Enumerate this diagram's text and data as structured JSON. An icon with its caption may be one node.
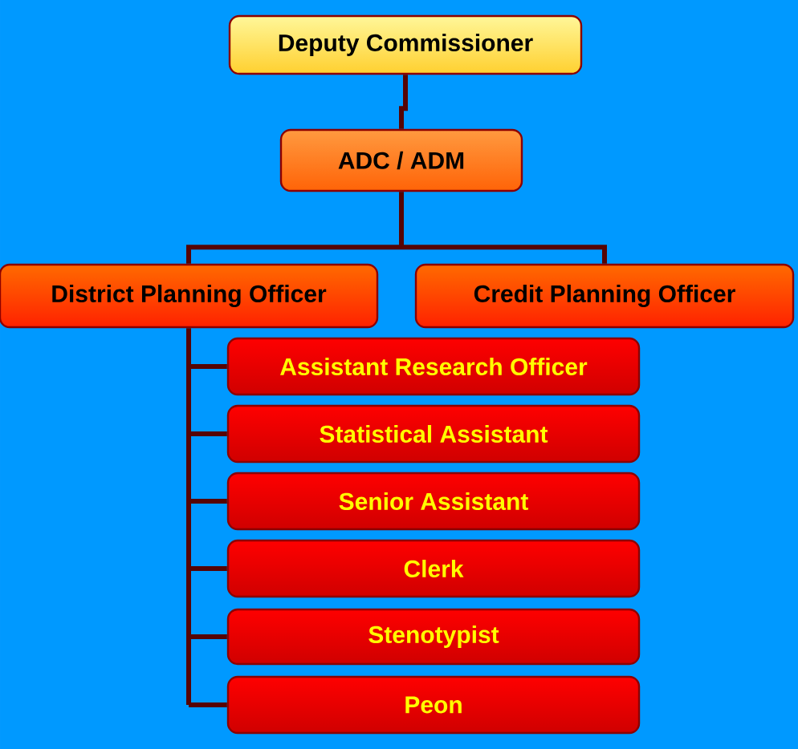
{
  "diagram": {
    "nodes": [
      {
        "text": [
          "Deputy Commissioner"
        ]
      },
      {
        "text": [
          "ADC / ADM"
        ]
      },
      {
        "text": [
          "District Planning Officer"
        ]
      },
      {
        "text": [
          "Credit Planning Officer"
        ]
      },
      {
        "text": [
          "Assistant Research Officer"
        ]
      },
      {
        "text": [
          "Statistical Assistant"
        ]
      },
      {
        "text": [
          "Senior Assistant"
        ]
      },
      {
        "text": [
          "Clerk"
        ]
      },
      {
        "text": [
          "Stenotypist"
        ]
      },
      {
        "text": [
          "Peon"
        ]
      }
    ],
    "edges": [
      {
        "from": 0,
        "to": 1,
        "arrow": "none"
      },
      {
        "from": 1,
        "to": 2,
        "arrow": "none"
      },
      {
        "from": 1,
        "to": 3,
        "arrow": "none"
      },
      {
        "from": 2,
        "to": 4,
        "arrow": "none"
      },
      {
        "from": 2,
        "to": 5,
        "arrow": "none"
      },
      {
        "from": 2,
        "to": 6,
        "arrow": "none"
      },
      {
        "from": 2,
        "to": 7,
        "arrow": "none"
      },
      {
        "from": 2,
        "to": 8,
        "arrow": "none"
      },
      {
        "from": 2,
        "to": 9,
        "arrow": "none"
      }
    ]
  }
}
